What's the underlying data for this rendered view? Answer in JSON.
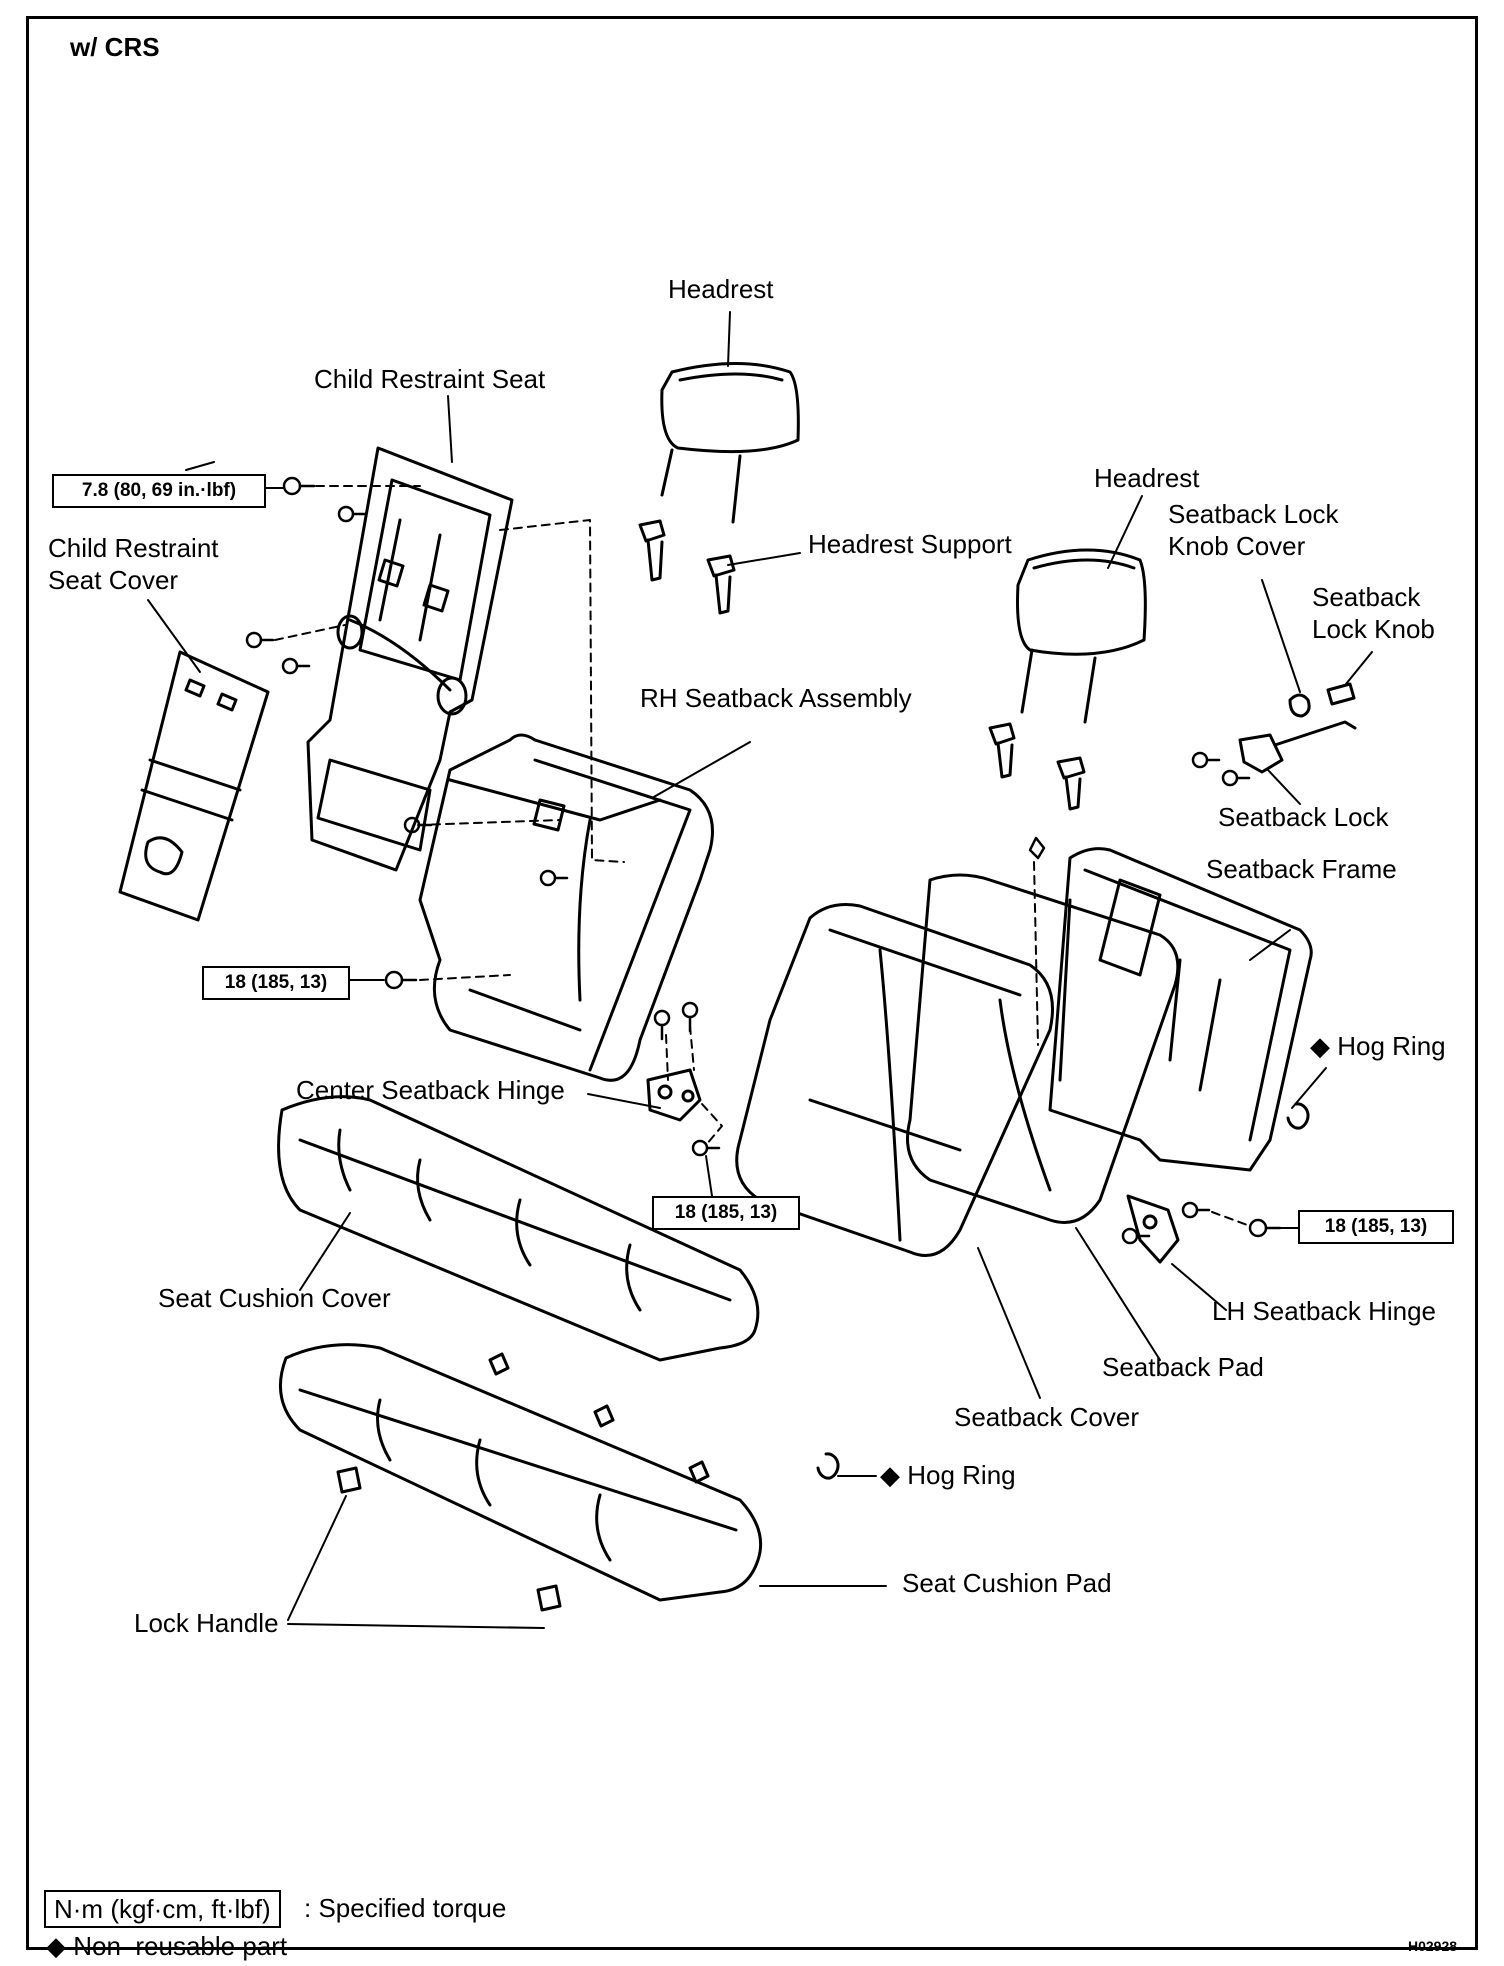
{
  "header": {
    "variant": "w/ CRS"
  },
  "labels": {
    "headrest_rh": "Headrest",
    "headrest_lh": "Headrest",
    "child_restraint_seat": "Child Restraint Seat",
    "child_restraint_seat_cover_1": "Child Restraint",
    "child_restraint_seat_cover_2": "Seat Cover",
    "headrest_support": "Headrest Support",
    "seatback_lock_knob_cover_1": "Seatback Lock",
    "seatback_lock_knob_cover_2": "Knob Cover",
    "seatback_lock_knob_1": "Seatback",
    "seatback_lock_knob_2": "Lock Knob",
    "rh_seatback_assembly": "RH Seatback Assembly",
    "seatback_lock": "Seatback Lock",
    "seatback_frame": "Seatback Frame",
    "hog_ring_upper": "Hog Ring",
    "center_seatback_hinge": "Center Seatback Hinge",
    "seat_cushion_cover": "Seat Cushion Cover",
    "lh_seatback_hinge": "LH Seatback Hinge",
    "seatback_pad": "Seatback Pad",
    "seatback_cover": "Seatback Cover",
    "hog_ring_lower": "Hog Ring",
    "seat_cushion_pad": "Seat Cushion Pad",
    "lock_handle": "Lock Handle"
  },
  "torques": {
    "crs_bolt": "7.8 (80, 69 in.·lbf)",
    "rh_seatback": "18 (185, 13)",
    "center_hinge": "18 (185, 13)",
    "lh_hinge": "18 (185, 13)"
  },
  "legend": {
    "torque_unit": "N·m (kgf·cm, ft·lbf)",
    "torque_desc": ": Specified torque",
    "non_reusable_symbol": "◆",
    "non_reusable_desc": "Non–reusable part"
  },
  "symbols": {
    "diamond": "◆"
  },
  "figure_code": "H02928"
}
